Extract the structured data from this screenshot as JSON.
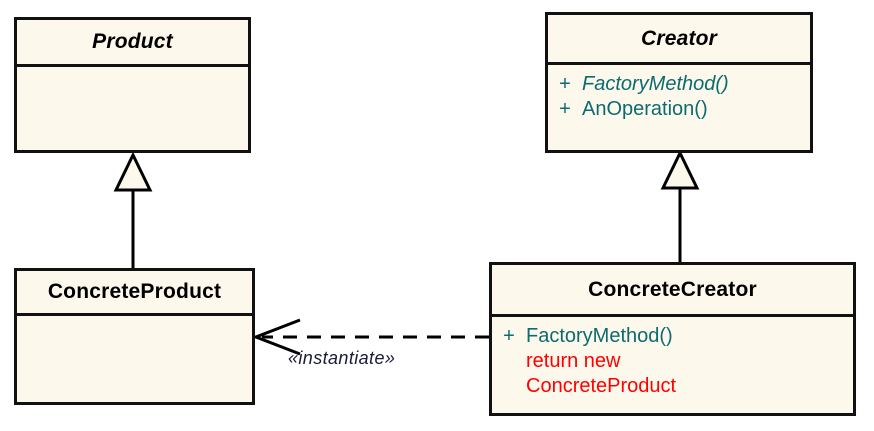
{
  "diagram": {
    "title": "Factory Method pattern UML class diagram",
    "type": "uml-class-diagram",
    "background_color": "#ffffff",
    "class_fill_color": "#fdf8ec",
    "class_border_color": "#111111",
    "member_text_color": "#0c6b70",
    "note_text_color": "#ff0000",
    "label_text_color": "#1a1a3a"
  },
  "classes": {
    "product": {
      "name": "Product",
      "abstract": true,
      "members": []
    },
    "creator": {
      "name": "Creator",
      "abstract": true,
      "members": [
        {
          "visibility": "+",
          "signature": "FactoryMethod()",
          "abstract": true
        },
        {
          "visibility": "+",
          "signature": "AnOperation()",
          "abstract": false
        }
      ]
    },
    "concrete_product": {
      "name": "ConcreteProduct",
      "abstract": false,
      "members": []
    },
    "concrete_creator": {
      "name": "ConcreteCreator",
      "abstract": false,
      "members": [
        {
          "visibility": "+",
          "signature": "FactoryMethod()",
          "abstract": false
        }
      ],
      "note_lines": [
        "return new",
        "ConcreteProduct"
      ]
    }
  },
  "relationships": {
    "product_generalization": {
      "kind": "generalization",
      "from": "ConcreteProduct",
      "to": "Product",
      "label": ""
    },
    "creator_generalization": {
      "kind": "generalization",
      "from": "ConcreteCreator",
      "to": "Creator",
      "label": ""
    },
    "instantiate_dependency": {
      "kind": "dependency",
      "from": "ConcreteCreator",
      "to": "ConcreteProduct",
      "label": "«instantiate»"
    }
  }
}
